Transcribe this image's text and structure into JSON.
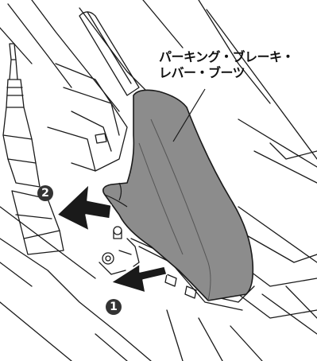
{
  "callout": {
    "line1": "パーキング・ブレーキ・",
    "line2": "レバー・ブーツ"
  },
  "steps": [
    {
      "number": "2"
    },
    {
      "number": "1"
    }
  ],
  "colors": {
    "line": "#1a1a1a",
    "boot_fill": "#8c8c8c",
    "arrow_fill": "#1a1a1a",
    "badge_fill": "#333333"
  }
}
